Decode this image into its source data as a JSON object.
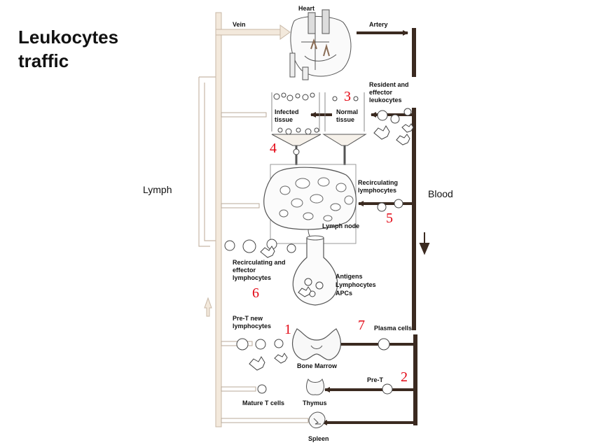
{
  "title_line1": "Leukocytes",
  "title_line2": "traffic",
  "side_labels": {
    "lymph": "Lymph",
    "blood": "Blood"
  },
  "labels": {
    "heart": "Heart",
    "vein": "Vein",
    "artery": "Artery",
    "resident": [
      "Resident and",
      "effector",
      "leukocytes"
    ],
    "infected": [
      "Infected",
      "tissue"
    ],
    "normal": [
      "Normal",
      "tissue"
    ],
    "recirc_lymph": [
      "Recirculating",
      "lymphocytes"
    ],
    "lymph_node": "Lymph node",
    "recirc_effector": [
      "Recirculating and",
      "effector",
      "lymphocytes"
    ],
    "antigens": [
      "Antigens",
      "Lymphocytes",
      "APCs"
    ],
    "pre_t_new": [
      "Pre-T new",
      "lymphocytes"
    ],
    "plasma": "Plasma cells",
    "bone_marrow": "Bone Marrow",
    "pre_t": "Pre-T",
    "mature_t": "Mature T cells",
    "thymus": "Thymus",
    "spleen": "Spleen"
  },
  "numbers": [
    "1",
    "2",
    "3",
    "4",
    "5",
    "6",
    "7"
  ],
  "colors": {
    "blood_path": "#3b2a20",
    "lymph_path": "#f3e9dc",
    "lymph_path_edge": "#c8b8a6",
    "marker_red": "#e30613"
  }
}
